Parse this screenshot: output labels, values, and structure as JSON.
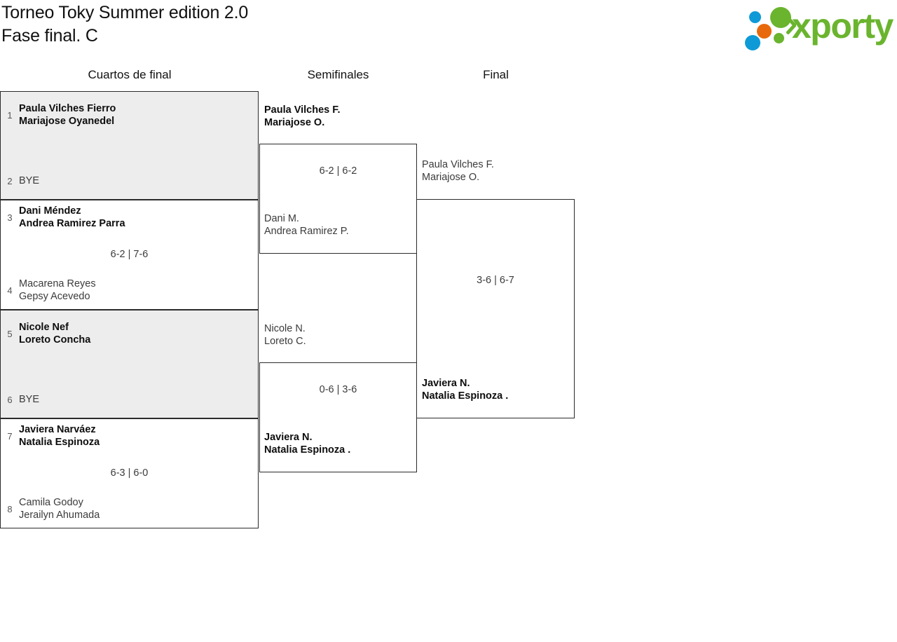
{
  "header": {
    "title_line1": "Torneo Toky Summer edition 2.0",
    "title_line2": "Fase final. C",
    "logo_word": "xporty",
    "logo_colors": {
      "green": "#6ab42e",
      "blue": "#0e9ad6",
      "orange": "#e8690b"
    }
  },
  "rounds": [
    {
      "label": "Cuartos de final"
    },
    {
      "label": "Semifinales"
    },
    {
      "label": "Final"
    }
  ],
  "bracket": {
    "quarterfinals": [
      {
        "bye": true,
        "top": {
          "seed": "1",
          "player1": "Paula Vilches Fierro",
          "player2": "Mariajose Oyanedel",
          "winner": true
        },
        "bottom": {
          "seed": "2",
          "player1": "BYE",
          "player2": "",
          "winner": false
        },
        "score": ""
      },
      {
        "bye": false,
        "top": {
          "seed": "3",
          "player1": "Dani Méndez",
          "player2": "Andrea Ramirez Parra",
          "winner": true
        },
        "bottom": {
          "seed": "4",
          "player1": "Macarena Reyes",
          "player2": "Gepsy Acevedo",
          "winner": false
        },
        "score": "6-2 | 7-6"
      },
      {
        "bye": true,
        "top": {
          "seed": "5",
          "player1": "Nicole Nef",
          "player2": "Loreto Concha",
          "winner": true
        },
        "bottom": {
          "seed": "6",
          "player1": "BYE",
          "player2": "",
          "winner": false
        },
        "score": ""
      },
      {
        "bye": false,
        "top": {
          "seed": "7",
          "player1": "Javiera Narváez",
          "player2": "Natalia Espinoza",
          "winner": true
        },
        "bottom": {
          "seed": "8",
          "player1": "Camila Godoy",
          "player2": "Jerailyn Ahumada",
          "winner": false
        },
        "score": "6-3 | 6-0"
      }
    ],
    "semifinals": [
      {
        "top": {
          "player1": "Paula Vilches F.",
          "player2": "Mariajose O.",
          "winner": true
        },
        "bottom": {
          "player1": "Dani M.",
          "player2": "Andrea Ramirez P.",
          "winner": false
        },
        "score": "6-2 | 6-2"
      },
      {
        "top": {
          "player1": "Nicole N.",
          "player2": "Loreto C.",
          "winner": false
        },
        "bottom": {
          "player1": "Javiera N.",
          "player2": "Natalia Espinoza .",
          "winner": true
        },
        "score": "0-6 | 3-6"
      }
    ],
    "final": [
      {
        "top": {
          "player1": "Paula Vilches F.",
          "player2": "Mariajose O.",
          "winner": false
        },
        "bottom": {
          "player1": "Javiera N.",
          "player2": "Natalia Espinoza .",
          "winner": true
        },
        "score": "3-6 | 6-7"
      }
    ]
  }
}
